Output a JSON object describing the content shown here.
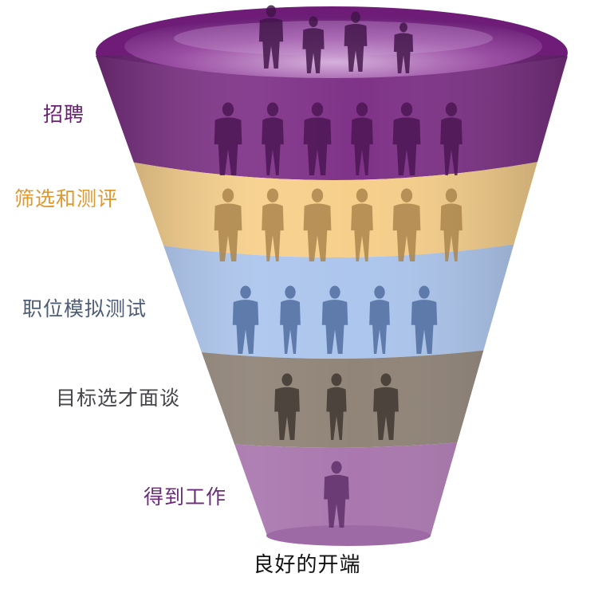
{
  "stages": [
    {
      "label": "招聘",
      "color": "#7a2a83",
      "label_color": "#6a1f72",
      "people": 6
    },
    {
      "label": "筛选和测评",
      "color": "#f6cd86",
      "label_color": "#e0982c",
      "people": 6
    },
    {
      "label": "职位模拟测试",
      "color": "#a9c3ec",
      "label_color": "#4d5c77",
      "people": 5
    },
    {
      "label": "目标选才面谈",
      "color": "#8c7f73",
      "label_color": "#45464b",
      "people": 3
    },
    {
      "label": "得到工作",
      "color": "#a672ab",
      "label_color": "#6b2a7a",
      "people": 1
    }
  ],
  "caption": "良好的开端"
}
